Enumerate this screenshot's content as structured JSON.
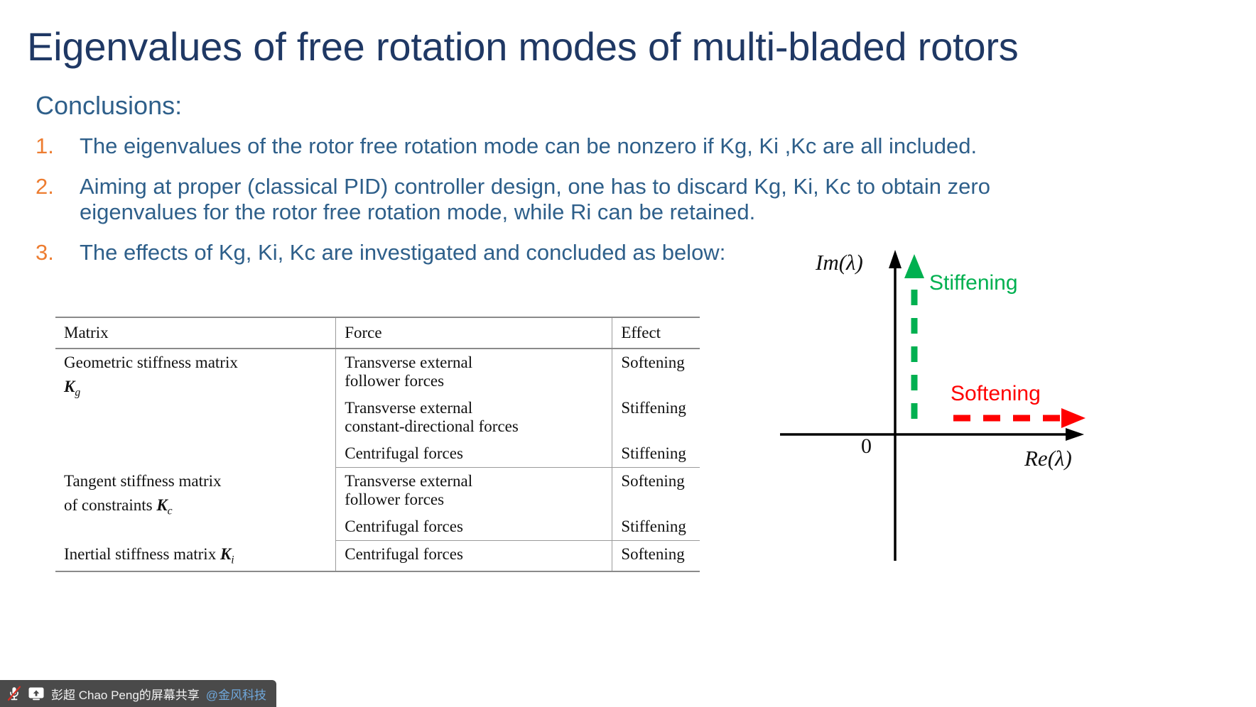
{
  "slide": {
    "title": "Eigenvalues of free rotation modes of multi-bladed rotors",
    "heading": "Conclusions:",
    "bullets": [
      {
        "number": "1.",
        "text": "The eigenvalues of the rotor free rotation mode can be nonzero if Kg, Ki ,Kc are all included."
      },
      {
        "number": "2.",
        "text": "Aiming at proper (classical PID) controller design, one has to discard Kg, Ki, Kc to obtain zero eigenvalues for the rotor free rotation mode, while Ri can be retained."
      },
      {
        "number": "3.",
        "text": "The effects of Kg, Ki, Kc are investigated and concluded as below:"
      }
    ]
  },
  "table": {
    "headers": [
      "Matrix",
      "Force",
      "Effect"
    ],
    "rows": [
      {
        "matrix_line1": "Geometric stiffness matrix",
        "matrix_symbol": "K",
        "matrix_sub": "g",
        "symbol_on_own_line": true,
        "entries": [
          {
            "force_line1": "Transverse external",
            "force_line2": "follower forces",
            "effect": "Softening"
          },
          {
            "force_line1": "Transverse external",
            "force_line2": "constant-directional forces",
            "effect": "Stiffening"
          },
          {
            "force_line1": "Centrifugal forces",
            "force_line2": "",
            "effect": "Stiffening"
          }
        ]
      },
      {
        "matrix_line1": "Tangent stiffness matrix",
        "matrix_line2": "of constraints",
        "matrix_symbol": "K",
        "matrix_sub": "c",
        "symbol_on_own_line": false,
        "entries": [
          {
            "force_line1": "Transverse external",
            "force_line2": "follower forces",
            "effect": "Softening"
          },
          {
            "force_line1": "Centrifugal forces",
            "force_line2": "",
            "effect": "Stiffening"
          }
        ]
      },
      {
        "matrix_line1": "Inertial stiffness matrix",
        "matrix_symbol": "K",
        "matrix_sub": "i",
        "symbol_on_own_line": false,
        "entries": [
          {
            "force_line1": "Centrifugal forces",
            "force_line2": "",
            "effect": "Softening"
          }
        ]
      }
    ]
  },
  "diagram": {
    "im_axis_label": "Im(λ)",
    "re_axis_label": "Re(λ)",
    "origin_label": "0",
    "stiffening_label": "Stiffening",
    "softening_label": "Softening",
    "stiffening_color": "#00B050",
    "softening_color": "#FF0000",
    "axis_color": "#000000"
  },
  "taskbar": {
    "mic_icon": "microphone-muted-icon",
    "share_icon": "screen-share-icon",
    "label": "彭超 Chao Peng的屏幕共享",
    "org": "@金风科技"
  },
  "colors": {
    "title": "#1F3864",
    "body_text": "#2E5F8A",
    "bullet_number": "#ED7D31",
    "background": "#FFFFFF",
    "taskbar_bg": "#4A4A4A"
  }
}
